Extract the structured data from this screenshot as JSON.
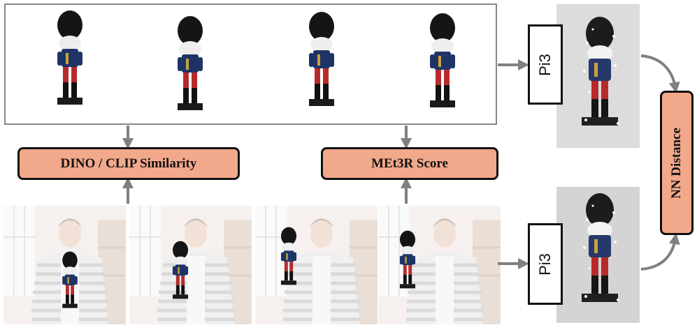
{
  "boxes": {
    "similarity": "DINO / CLIP Similarity",
    "met3r": "MEt3R Score",
    "pi3_top": "Pi3",
    "pi3_bottom": "Pi3",
    "nn_distance": "NN Distance"
  },
  "colors": {
    "box_fill": "#f2a98b",
    "arrow": "#808080",
    "frame_border": "#888888",
    "cloud_bg_top": "#dcdcdc",
    "cloud_bg_bottom": "#d4d4d4"
  },
  "images": {
    "top_views": [
      "nutcracker-view-back-left",
      "nutcracker-view-front",
      "nutcracker-view-back-right",
      "nutcracker-view-side"
    ],
    "bottom_frames": [
      "video-frame-1",
      "video-frame-2",
      "video-frame-3",
      "video-frame-4"
    ],
    "point_clouds": [
      "point-cloud-generated",
      "point-cloud-video"
    ]
  }
}
